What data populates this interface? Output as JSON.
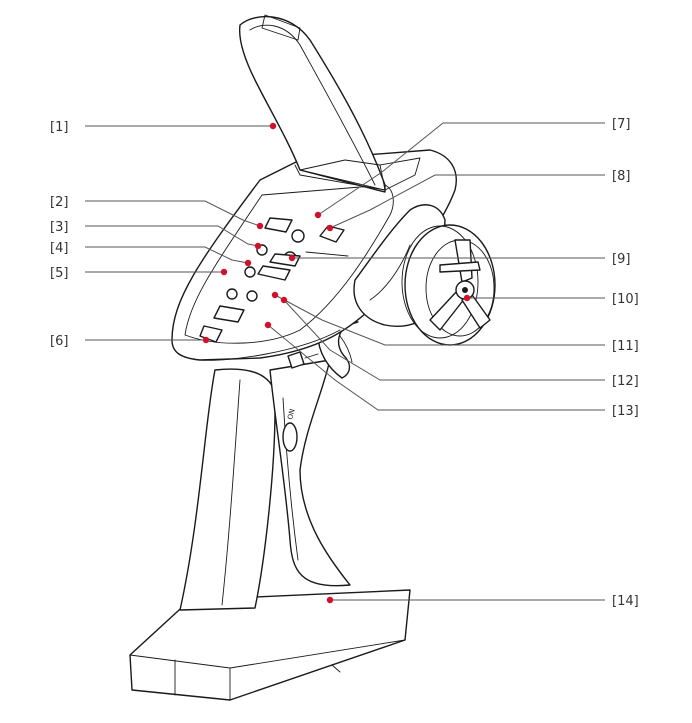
{
  "colors": {
    "marker": "#d0112b",
    "line": "#555555",
    "ink": "#1a1a1a"
  },
  "callouts": [
    {
      "id": "1",
      "label": "[1]"
    },
    {
      "id": "2",
      "label": "[2]"
    },
    {
      "id": "3",
      "label": "[3]"
    },
    {
      "id": "4",
      "label": "[4]"
    },
    {
      "id": "5",
      "label": "[5]"
    },
    {
      "id": "6",
      "label": "[6]"
    },
    {
      "id": "7",
      "label": "[7]"
    },
    {
      "id": "8",
      "label": "[8]"
    },
    {
      "id": "9",
      "label": "[9]"
    },
    {
      "id": "10",
      "label": "[10]"
    },
    {
      "id": "11",
      "label": "[11]"
    },
    {
      "id": "12",
      "label": "[12]"
    },
    {
      "id": "13",
      "label": "[13]"
    },
    {
      "id": "14",
      "label": "[14]"
    }
  ]
}
